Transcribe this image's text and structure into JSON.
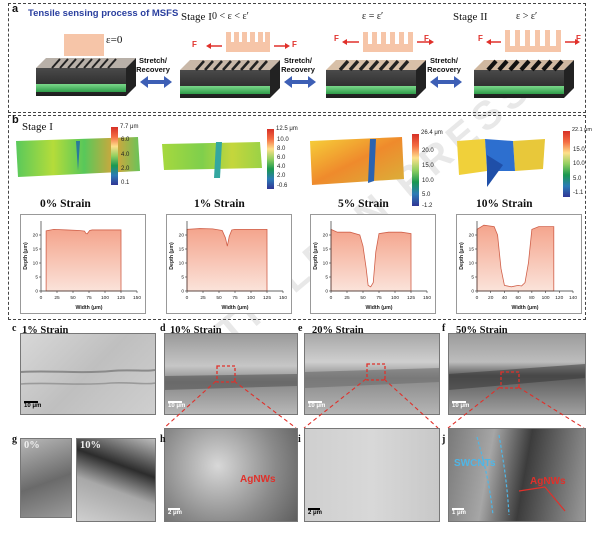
{
  "panel_a": {
    "label": "a",
    "title": "Tensile sensing process of MSFS",
    "stage1": "Stage I",
    "stage2": "Stage II",
    "eps0": "ε=0",
    "cond1": "0 < ε < ε′",
    "cond2": "ε = ε′",
    "cond3": "ε > ε′",
    "force": "F",
    "arrow_label": "Stretch/\nRecovery"
  },
  "panel_b": {
    "label": "b",
    "stage": "Stage I",
    "maps": [
      {
        "strain": "0% Strain",
        "max": "7.7 μm",
        "ticks": [
          "6.0",
          "4.0",
          "2.0",
          "0.1"
        ]
      },
      {
        "strain": "1% Strain",
        "max": "12.5 μm",
        "ticks": [
          "10.0",
          "8.0",
          "6.0",
          "4.0",
          "2.0",
          "-0.6"
        ]
      },
      {
        "strain": "5% Strain",
        "max": "26.4 μm",
        "ticks": [
          "20.0",
          "15.0",
          "10.0",
          "5.0",
          "-1.2"
        ]
      },
      {
        "strain": "10% Strain",
        "max": "22.1 μm",
        "ticks": [
          "15.0",
          "10.0",
          "5.0",
          "-1.1"
        ]
      }
    ]
  },
  "chart_data": [
    {
      "type": "area",
      "title": "",
      "xlabel": "Width (μm)",
      "ylabel": "Depth (μm)",
      "xlim": [
        0,
        150
      ],
      "ylim": [
        0,
        25
      ],
      "xticks": [
        "0",
        "25",
        "50",
        "75",
        "100",
        "125",
        "150"
      ],
      "yticks": [
        "0",
        "5",
        "10",
        "15",
        "20"
      ],
      "x": [
        8,
        20,
        40,
        60,
        68,
        70,
        72,
        74,
        76,
        80,
        100,
        125
      ],
      "y": [
        21.5,
        22,
        21.8,
        21.6,
        21.4,
        20.6,
        20.4,
        21,
        21.6,
        21.8,
        21.8,
        21.8
      ]
    },
    {
      "type": "area",
      "title": "",
      "xlabel": "Width (μm)",
      "ylabel": "Depth (μm)",
      "xlim": [
        0,
        150
      ],
      "ylim": [
        0,
        25
      ],
      "xticks": [
        "0",
        "25",
        "50",
        "75",
        "100",
        "125",
        "150"
      ],
      "yticks": [
        "0",
        "5",
        "10",
        "15",
        "20"
      ],
      "x": [
        0,
        20,
        40,
        55,
        60,
        63,
        66,
        70,
        75,
        90,
        110,
        125
      ],
      "y": [
        22,
        22.3,
        22.2,
        21.6,
        19,
        16,
        19.5,
        21.8,
        22,
        22,
        22,
        22
      ]
    },
    {
      "type": "area",
      "title": "",
      "xlabel": "Width (μm)",
      "ylabel": "Depth (μm)",
      "xlim": [
        0,
        150
      ],
      "ylim": [
        0,
        25
      ],
      "xticks": [
        "0",
        "25",
        "50",
        "75",
        "100",
        "125",
        "150"
      ],
      "yticks": [
        "0",
        "5",
        "10",
        "15",
        "20"
      ],
      "x": [
        0,
        10,
        30,
        45,
        50,
        55,
        58,
        62,
        66,
        70,
        75,
        90,
        110,
        125
      ],
      "y": [
        22,
        21,
        21,
        20,
        16,
        8,
        2,
        1.5,
        3,
        14,
        20.5,
        21,
        21,
        20.5
      ]
    },
    {
      "type": "area",
      "title": "",
      "xlabel": "Width (μm)",
      "ylabel": "Depth (μm)",
      "xlim": [
        0,
        140
      ],
      "ylim": [
        0,
        25
      ],
      "xticks": [
        "0",
        "20",
        "40",
        "60",
        "80",
        "100",
        "120",
        "140"
      ],
      "yticks": [
        "0",
        "5",
        "10",
        "15",
        "20"
      ],
      "x": [
        0,
        10,
        25,
        30,
        35,
        40,
        50,
        60,
        65,
        70,
        75,
        80,
        90,
        100,
        112
      ],
      "y": [
        22,
        23.5,
        23,
        20,
        8,
        2,
        1.5,
        2,
        1.8,
        3,
        10,
        22,
        23,
        23,
        23
      ]
    }
  ],
  "sem": {
    "c": {
      "label": "c",
      "title": "1% Strain",
      "scale": "10 μm"
    },
    "d": {
      "label": "d",
      "title": "10% Strain",
      "scale": "10 μm"
    },
    "e": {
      "label": "e",
      "title": "20% Strain",
      "scale": "10 μm"
    },
    "f": {
      "label": "f",
      "title": "50% Strain",
      "scale": "10 μm"
    },
    "g": {
      "label": "g",
      "title1": "0%",
      "title2": "10%"
    },
    "h": {
      "label": "h",
      "scale": "2 μm",
      "annot": "AgNWs"
    },
    "i": {
      "label": "i",
      "scale": "2 μm"
    },
    "j": {
      "label": "j",
      "scale": "1 μm",
      "annot1": "SWCNTs",
      "annot2": "AgNWs"
    }
  },
  "watermark": "ARTICLE IN PRESS",
  "colors": {
    "title": "#2a3f9f",
    "force": "#e0302a",
    "block": "#f6c5a8",
    "annot": "#e0302a",
    "annot_blue": "#4fb6e6",
    "zoom": "#e0302a"
  }
}
